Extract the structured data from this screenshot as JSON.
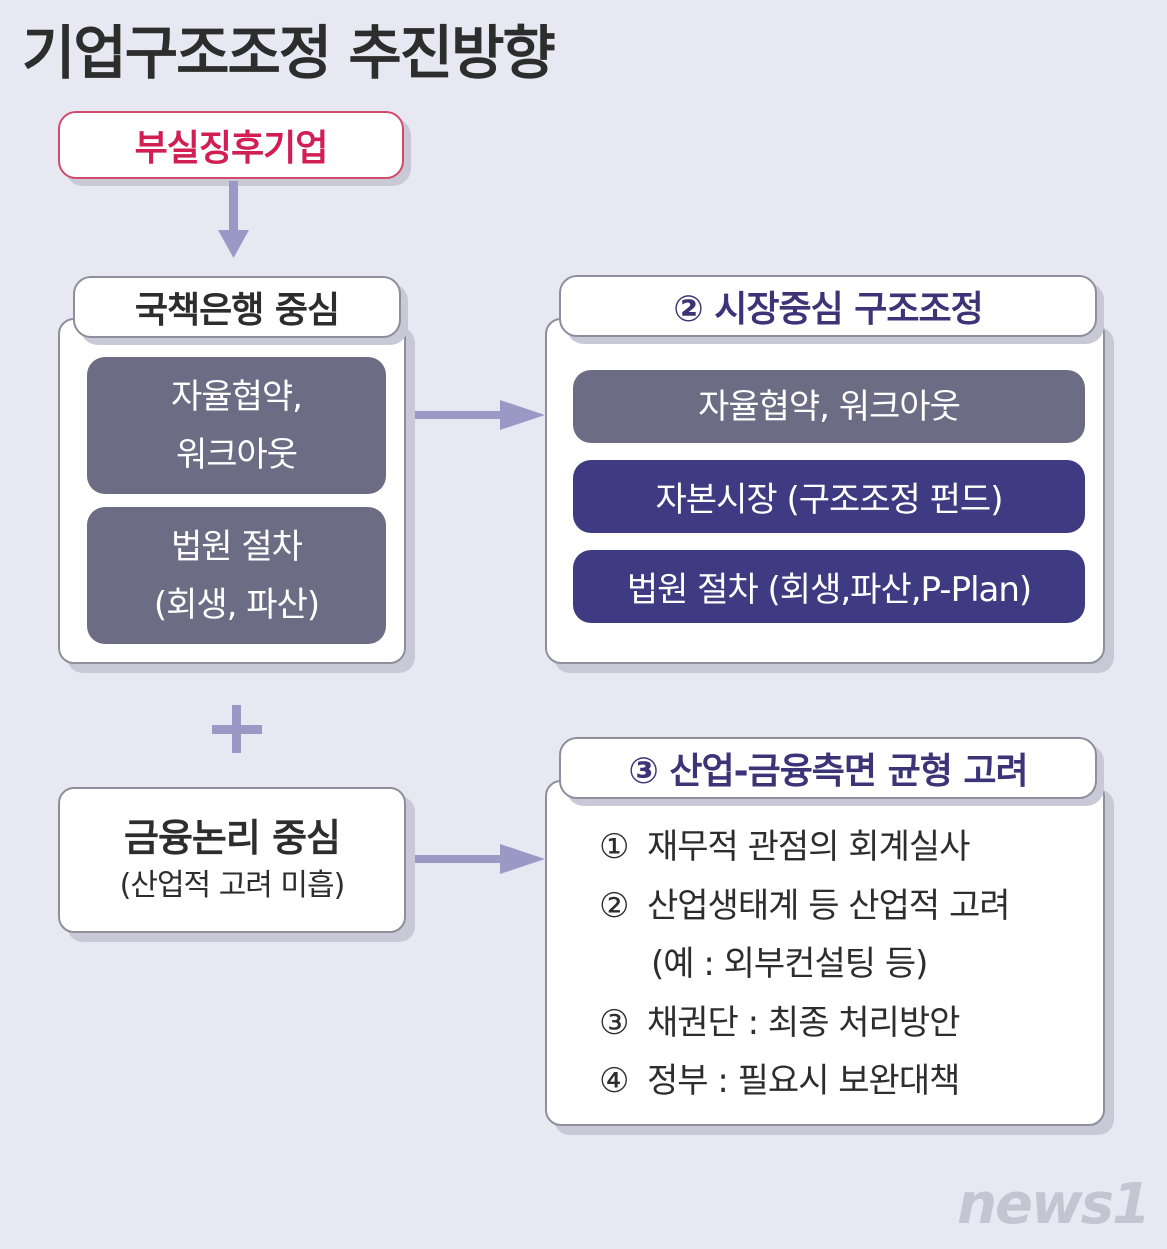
{
  "title": "기업구조조정 추진방향",
  "start": {
    "label": "부실징후기업"
  },
  "policy_bank": {
    "header": "국책은행 중심",
    "blocks": [
      {
        "lines": [
          "자율협약,",
          "워크아웃"
        ]
      },
      {
        "lines": [
          "법원 절차",
          "(회생, 파산)"
        ]
      }
    ]
  },
  "market": {
    "header": "② 시장중심 구조조정",
    "blocks": [
      {
        "label": "자율협약, 워크아웃"
      },
      {
        "label": "자본시장 (구조조정 펀드)"
      },
      {
        "label": "법원 절차 (회생,파산,P-Plan)"
      }
    ]
  },
  "finance": {
    "title": "금융논리 중심",
    "subtitle": "(산업적 고려 미흡)"
  },
  "balance": {
    "header": "③ 산업-금융측면 균형 고려",
    "items": [
      {
        "num": "①",
        "text": "재무적 관점의 회계실사"
      },
      {
        "num": "②",
        "text": "산업생태계 등 산업적 고려"
      },
      {
        "num": "",
        "text": "(예 : 외부컨설팅 등)"
      },
      {
        "num": "③",
        "text": "채권단 : 최종 처리방안"
      },
      {
        "num": "④",
        "text": "정부 : 필요시 보완대책"
      }
    ]
  },
  "watermark": "news1",
  "colors": {
    "background": "#e8e8f2",
    "alert": "#d11f54",
    "gray_block": "#6c6c84",
    "navy_block": "#3f3b82",
    "arrow": "#9a99c6"
  }
}
